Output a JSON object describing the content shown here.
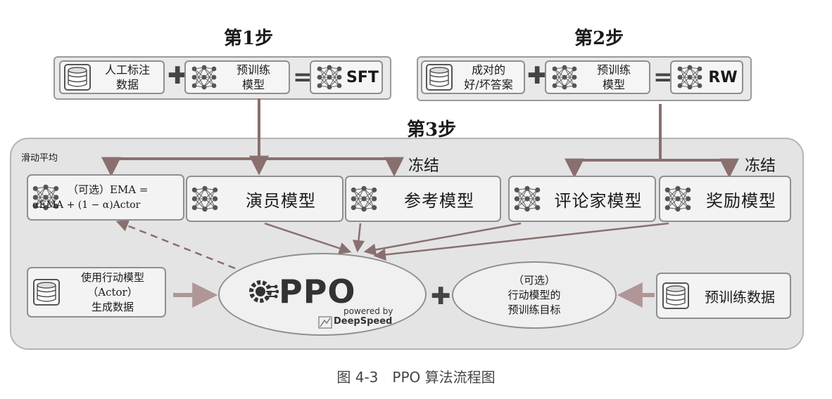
{
  "step1": {
    "title": "第1步",
    "data_label_1": "人工标注",
    "data_label_2": "数据",
    "model_label_1": "预训练",
    "model_label_2": "模型",
    "result": "SFT"
  },
  "step2": {
    "title": "第2步",
    "data_label_1": "成对的",
    "data_label_2": "好/坏答案",
    "model_label_1": "预训练",
    "model_label_2": "模型",
    "result": "RW"
  },
  "step3": {
    "title": "第3步",
    "ema_title": "滑动平均",
    "ema_line1": "（可选）EMA =",
    "ema_line2": "αEMA + (1 − α)Actor",
    "freeze_left": "冻结",
    "freeze_right": "冻结",
    "actor": "演员模型",
    "reference": "参考模型",
    "critic": "评论家模型",
    "reward": "奖励模型",
    "gen_line1": "使用行动模型",
    "gen_line2": "（Actor）",
    "gen_line3": "生成数据",
    "ppo": "PPO",
    "powered_by": "powered by",
    "deepspeed": "DeepSpeed",
    "opt_line1": "（可选）",
    "opt_line2": "行动模型的",
    "opt_line3": "预训练目标",
    "pretrain_data": "预训练数据"
  },
  "caption": "图 4-3　PPO 算法流程图",
  "colors": {
    "arrow": "#8a6f6f",
    "panel": "#e4e4e4",
    "box": "#f3f3f3",
    "border": "#8f8f8f"
  },
  "icons": [
    "database-icon",
    "neural-net-icon",
    "ppo-gear-icon",
    "deepspeed-logo-icon"
  ]
}
